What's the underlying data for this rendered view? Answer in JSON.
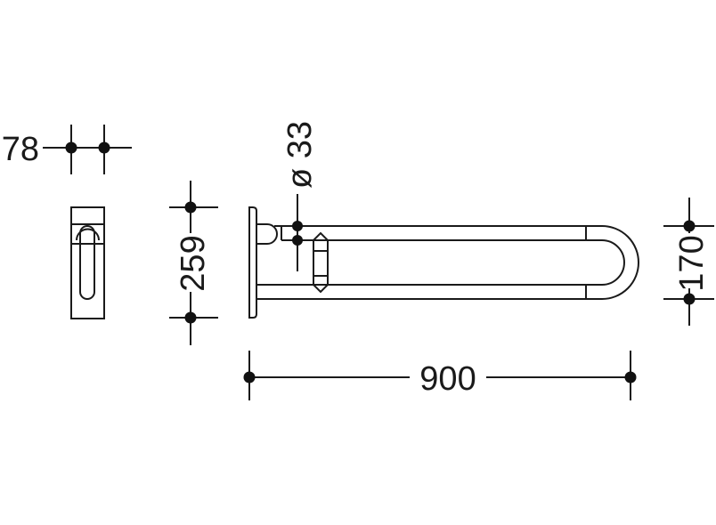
{
  "dimensions": {
    "depth": "78",
    "diameter": "ø 33",
    "plate_height": "259",
    "length": "900",
    "rail_spacing": "170"
  },
  "colors": {
    "line": "#1a1a1a",
    "background": "#ffffff"
  }
}
